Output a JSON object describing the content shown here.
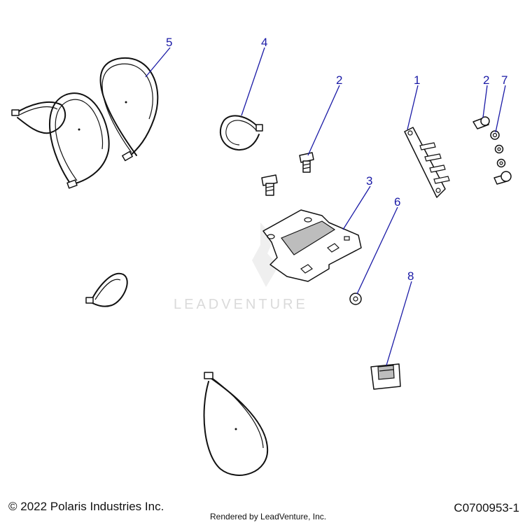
{
  "callouts": [
    {
      "id": "c1",
      "label": "1"
    },
    {
      "id": "c2a",
      "label": "2"
    },
    {
      "id": "c2b",
      "label": "2"
    },
    {
      "id": "c3",
      "label": "3"
    },
    {
      "id": "c4",
      "label": "4"
    },
    {
      "id": "c5",
      "label": "5"
    },
    {
      "id": "c6",
      "label": "6"
    },
    {
      "id": "c7",
      "label": "7"
    },
    {
      "id": "c8",
      "label": "8"
    }
  ],
  "watermark": {
    "text": "LEADVENTURE"
  },
  "footer": {
    "copyright": "© 2022 Polaris Industries Inc.",
    "rendered_by": "Rendered by LeadVenture, Inc.",
    "drawing_id": "C0700953-1"
  },
  "colors": {
    "callout": "#1a1aa6",
    "line": "#111111",
    "watermark": "#dadada"
  }
}
